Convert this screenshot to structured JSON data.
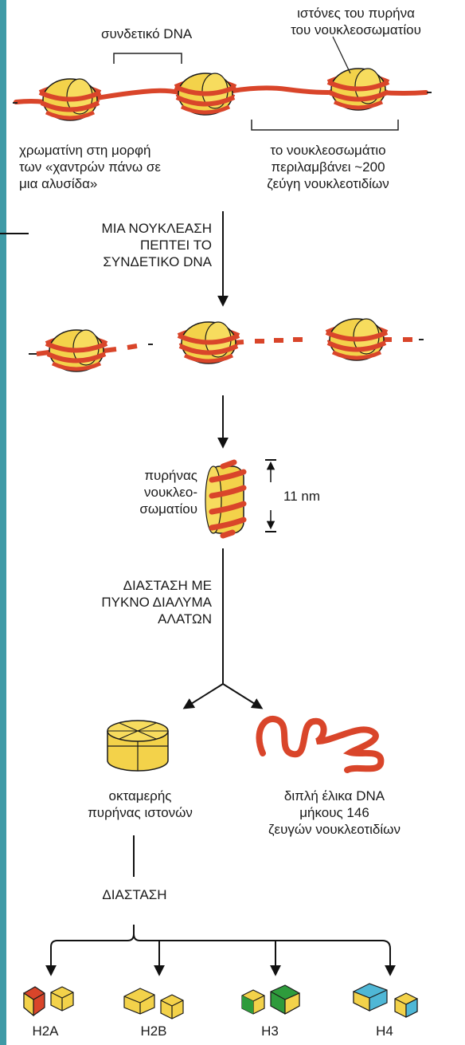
{
  "labels": {
    "linker_top": "συνδετικό DNA",
    "histones_top": "ιστόνες του πυρήνα\nτου νουκλεοσωματίου",
    "chromatin": "χρωματίνη στη μορφή\nτων «χαντρών πάνω σε\nμια αλυσίδα»",
    "nucleosome_pairs": "το νουκλεοσωμάτιο\nπεριλαμβάνει ~200\nζεύγη νουκλεοτιδίων",
    "step_nuclease": "ΜΙΑ ΝΟΥΚΛΕΑΣΗ\nΠΕΠΤΕΙ ΤΟ\nΣΥΝΔΕΤΙΚΟ DNA",
    "core": "πυρήνας\nνουκλεο-\nσωματίου",
    "size": "11 nm",
    "step_salt": "ΔΙΑΣΤΑΣΗ ΜΕ\nΠΥΚΝΟ ΔΙΑΛΥΜΑ\nΑΛΑΤΩΝ",
    "octamer": "οκταμερής\nπυρήνας ιστονών",
    "dna_helix": "διπλή έλικα DNA\nμήκους 146\nζευγών νουκλεοτιδίων",
    "step_dissociation": "ΔΙΑΣΤΑΣΗ"
  },
  "histones": [
    "H2A",
    "H2B",
    "H3",
    "H4"
  ],
  "colors": {
    "histone_yellow": "#f3d24a",
    "dna_red": "#d9452a",
    "rail_teal": "#3f9aa6",
    "h2a_accent": "#d9452a",
    "h3_accent": "#2e9b3c",
    "h4_accent": "#4fb7d6"
  }
}
